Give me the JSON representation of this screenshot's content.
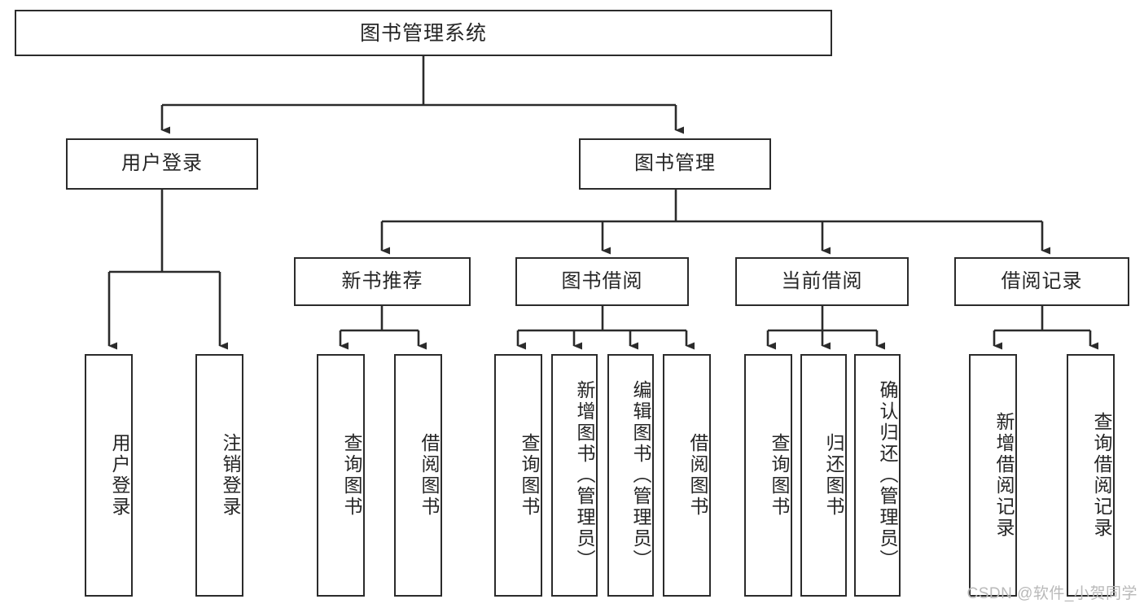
{
  "diagram": {
    "title": "图书管理系统",
    "type": "tree-hierarchy-chart",
    "root": {
      "label": "图书管理系统"
    },
    "level2": [
      {
        "label": "用户登录"
      },
      {
        "label": "图书管理"
      }
    ],
    "level3": [
      {
        "label": "新书推荐"
      },
      {
        "label": "图书借阅"
      },
      {
        "label": "当前借阅"
      },
      {
        "label": "借阅记录"
      }
    ],
    "leaves": {
      "user_login": [
        {
          "label": "用户登录"
        },
        {
          "label": "注销登录"
        }
      ],
      "new_book_recommend": [
        {
          "label": "查询图书"
        },
        {
          "label": "借阅图书"
        }
      ],
      "book_borrow": [
        {
          "label": "查询图书"
        },
        {
          "label": "新增图书（管理员）"
        },
        {
          "label": "编辑图书（管理员）"
        },
        {
          "label": "借阅图书"
        }
      ],
      "current_borrow": [
        {
          "label": "查询图书"
        },
        {
          "label": "归还图书"
        },
        {
          "label": "确认归还（管理员）"
        }
      ],
      "borrow_records": [
        {
          "label": "新增借阅记录"
        },
        {
          "label": "查询借阅记录"
        }
      ]
    }
  },
  "watermark": {
    "text": "CSDN @软件_小贺同学"
  },
  "colors": {
    "stroke": "#2b2b2b",
    "background": "#ffffff",
    "text": "#262626",
    "watermark": "#b9b9b9"
  }
}
